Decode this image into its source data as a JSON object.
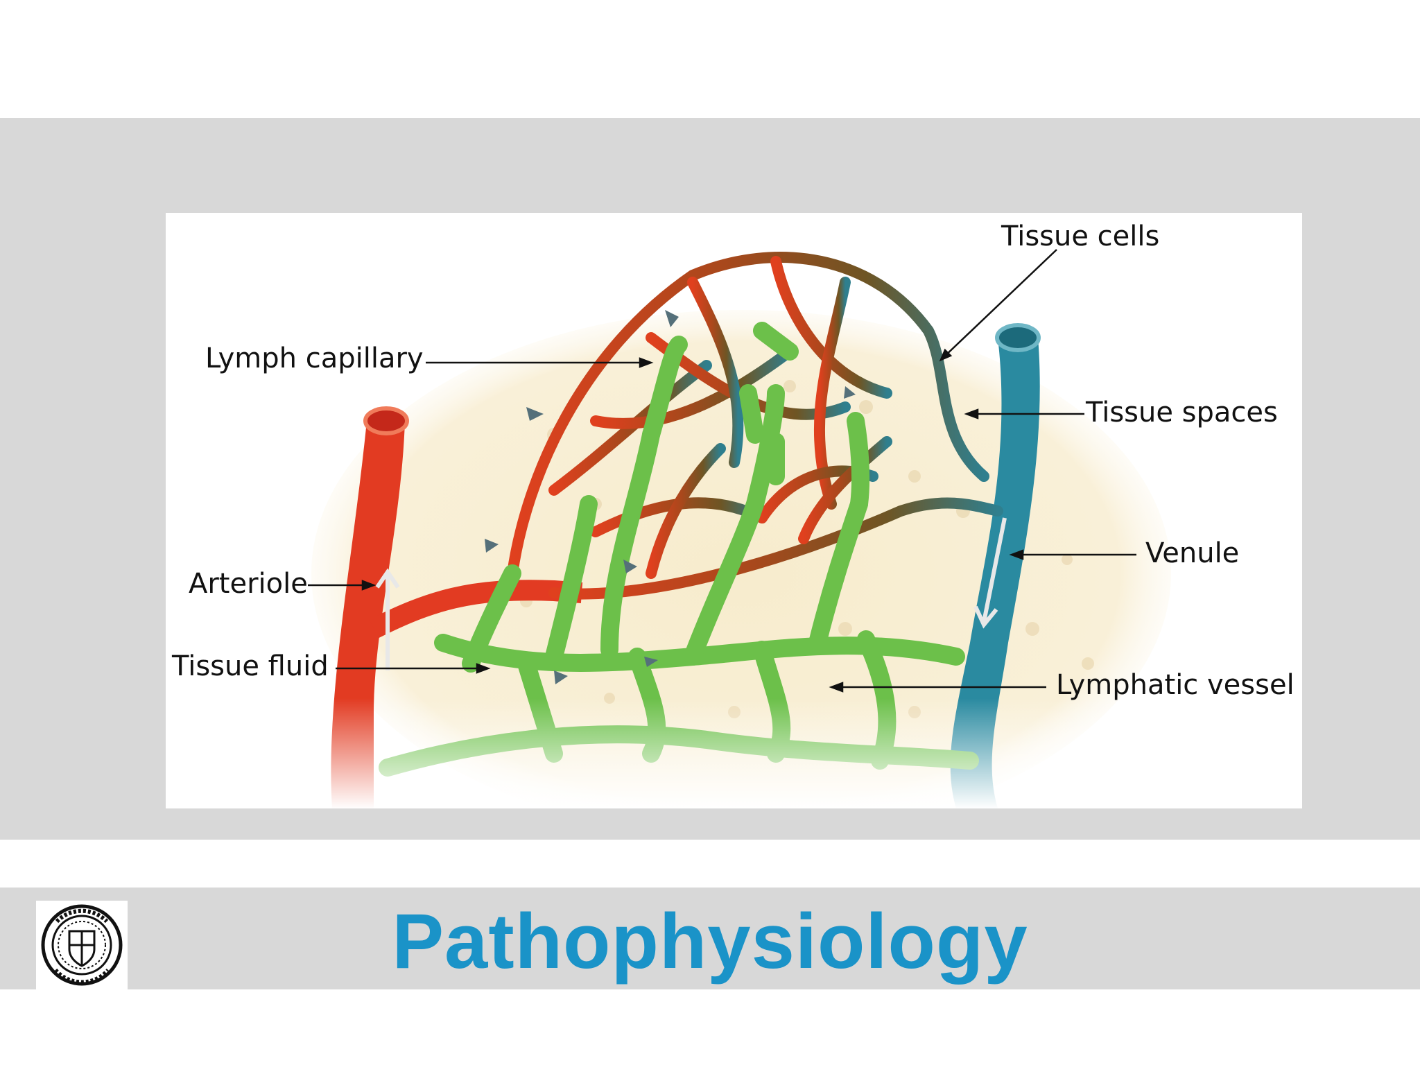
{
  "slide": {
    "title": "Pathophysiology",
    "colors": {
      "band": "#d8d8d8",
      "title": "#1a93c8",
      "arteriole": "#e23b22",
      "venule": "#2a8aa0",
      "lymph": "#6cc04a",
      "tissue": "#f7eccd"
    },
    "logo_icon": "university-seal-icon"
  },
  "diagram": {
    "labels": {
      "tissue_cells": "Tissue cells",
      "lymph_capillary": "Lymph capillary",
      "tissue_spaces": "Tissue spaces",
      "venule": "Venule",
      "arteriole": "Arteriole",
      "tissue_fluid": "Tissue fluid",
      "lymphatic_vessel": "Lymphatic vessel"
    }
  }
}
